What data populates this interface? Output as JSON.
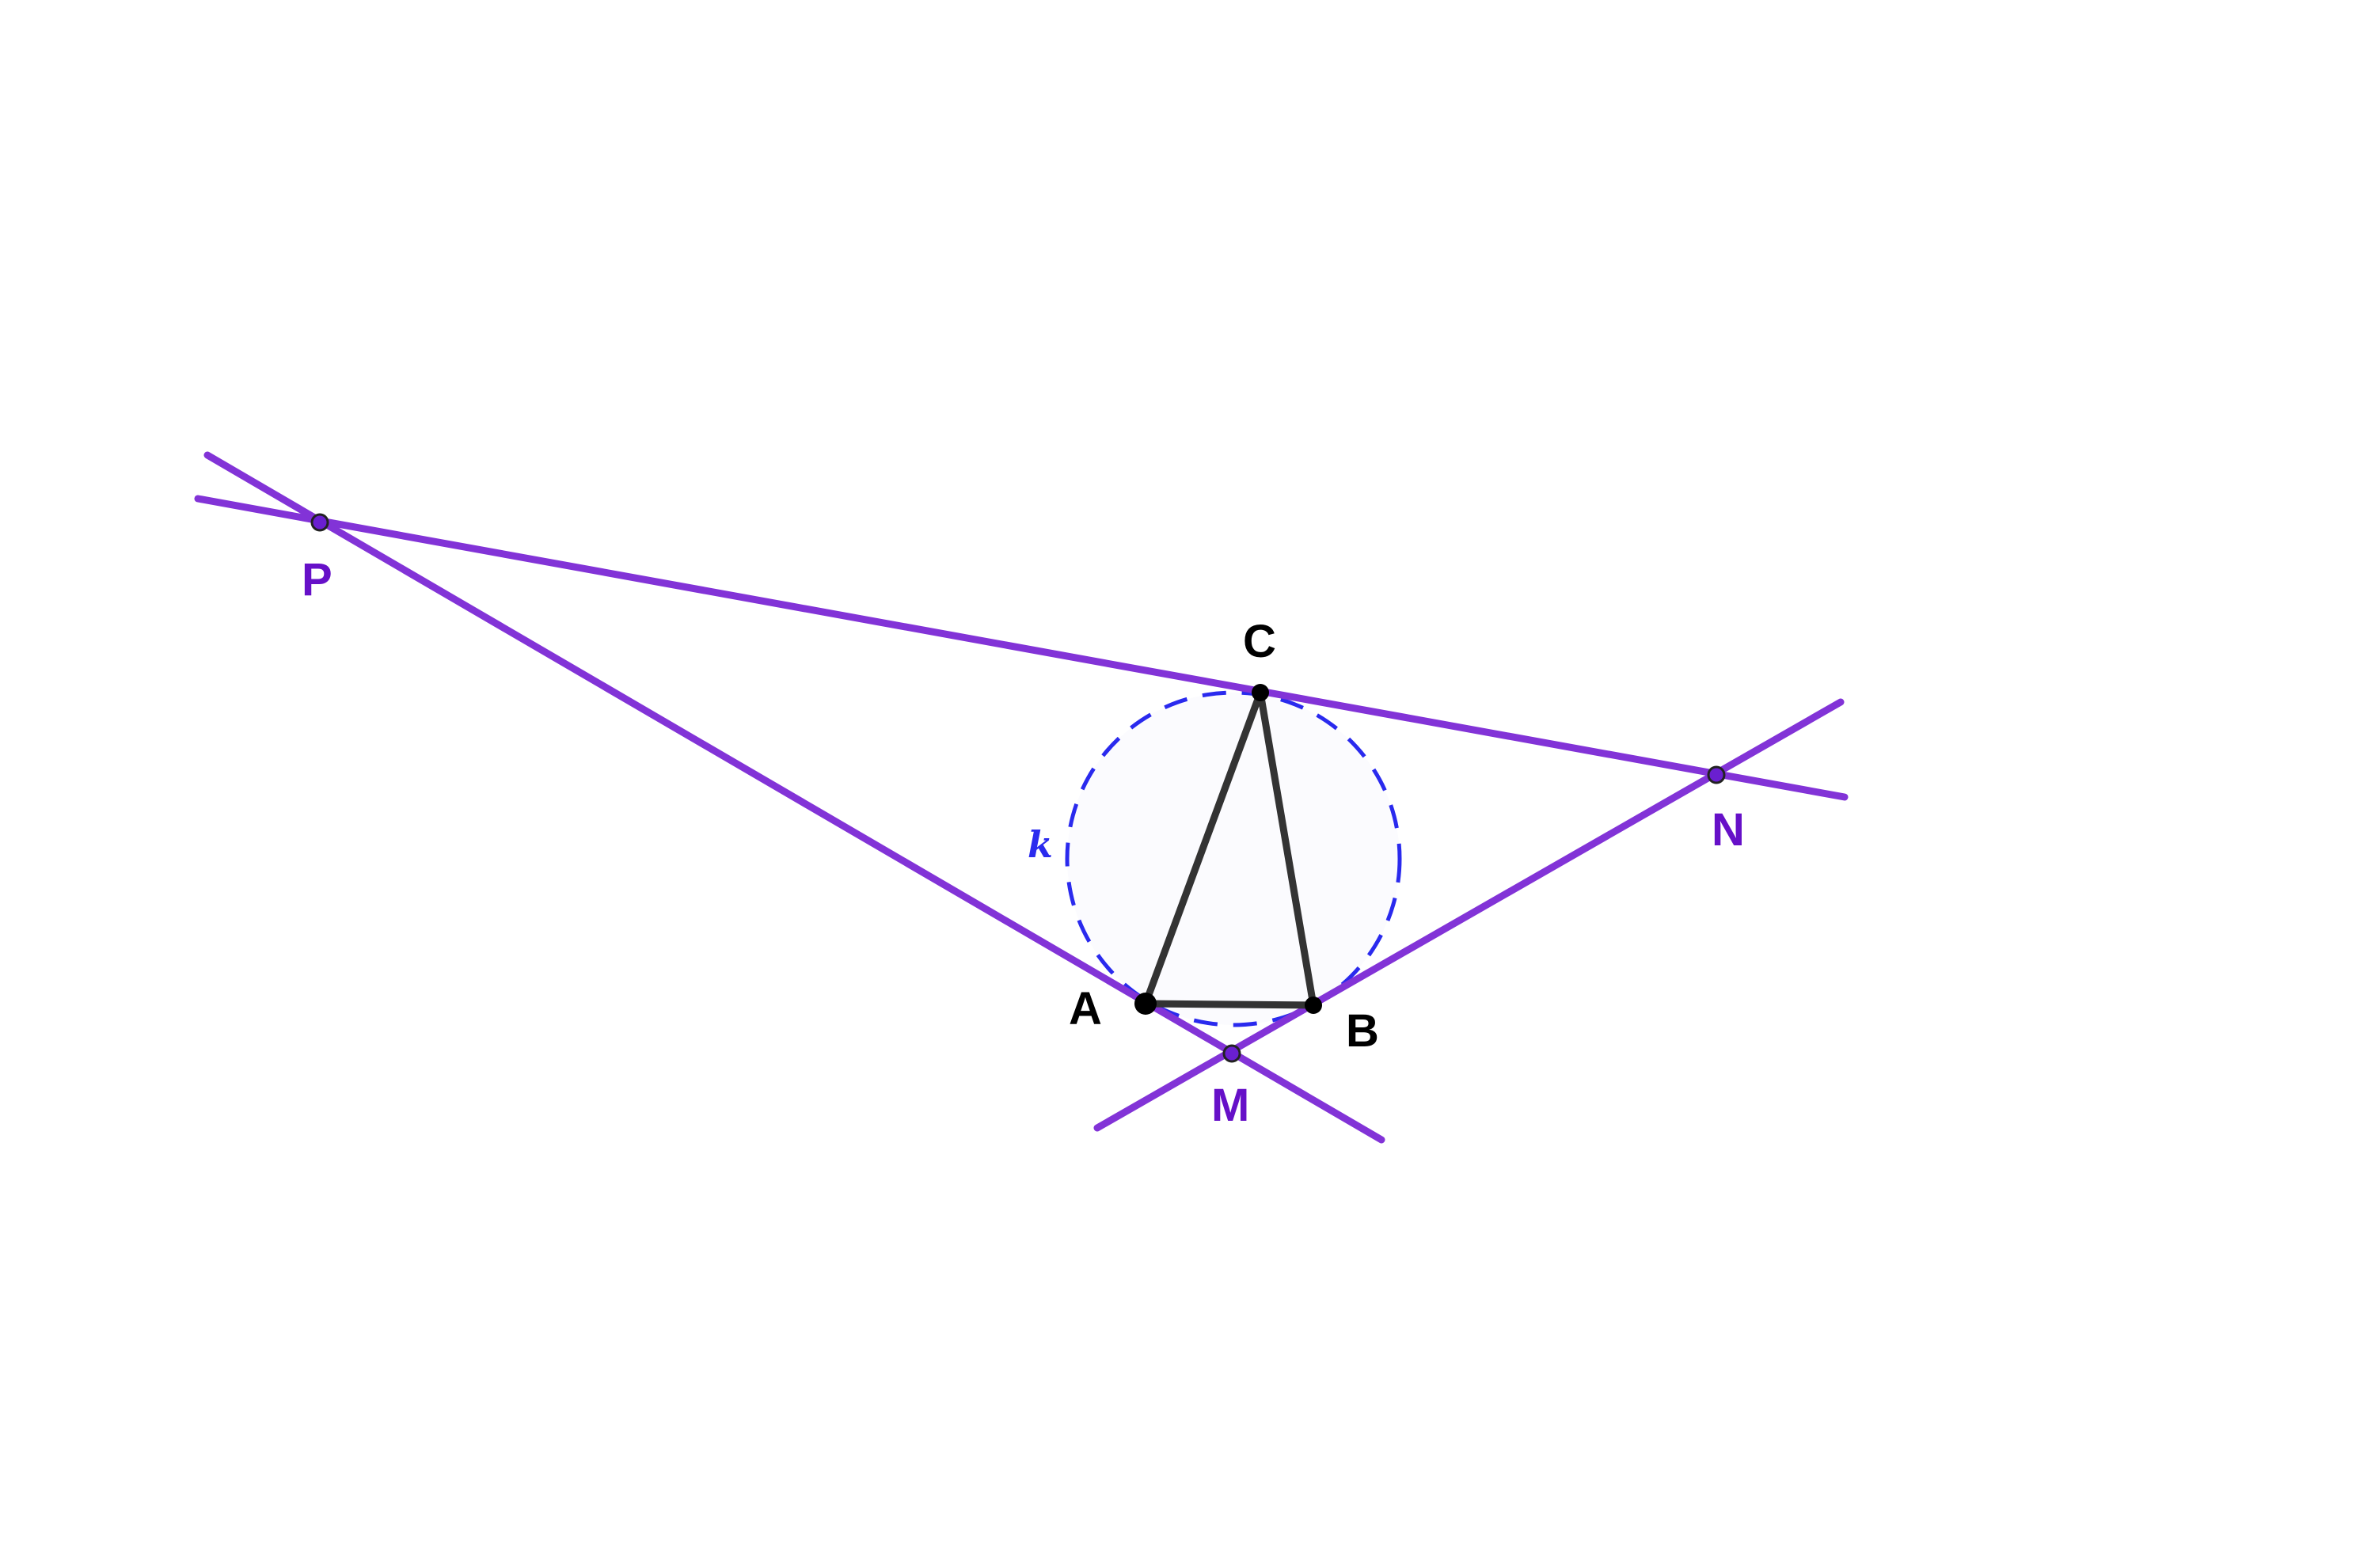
{
  "colors": {
    "background": "#ffffff",
    "tangent": "#8233d7",
    "tangent_point_fill": "#6a1fd0",
    "triangle": "#333333",
    "vertex": "#000000",
    "circle": "#2a2aee",
    "circle_fill": "#fbfbfe",
    "label_black": "#000000",
    "label_purple": "#6610c8",
    "label_circle": "#2a2aee"
  },
  "labels": {
    "A": "A",
    "B": "B",
    "C": "C",
    "M": "M",
    "N": "N",
    "P": "P",
    "k": "k"
  }
}
